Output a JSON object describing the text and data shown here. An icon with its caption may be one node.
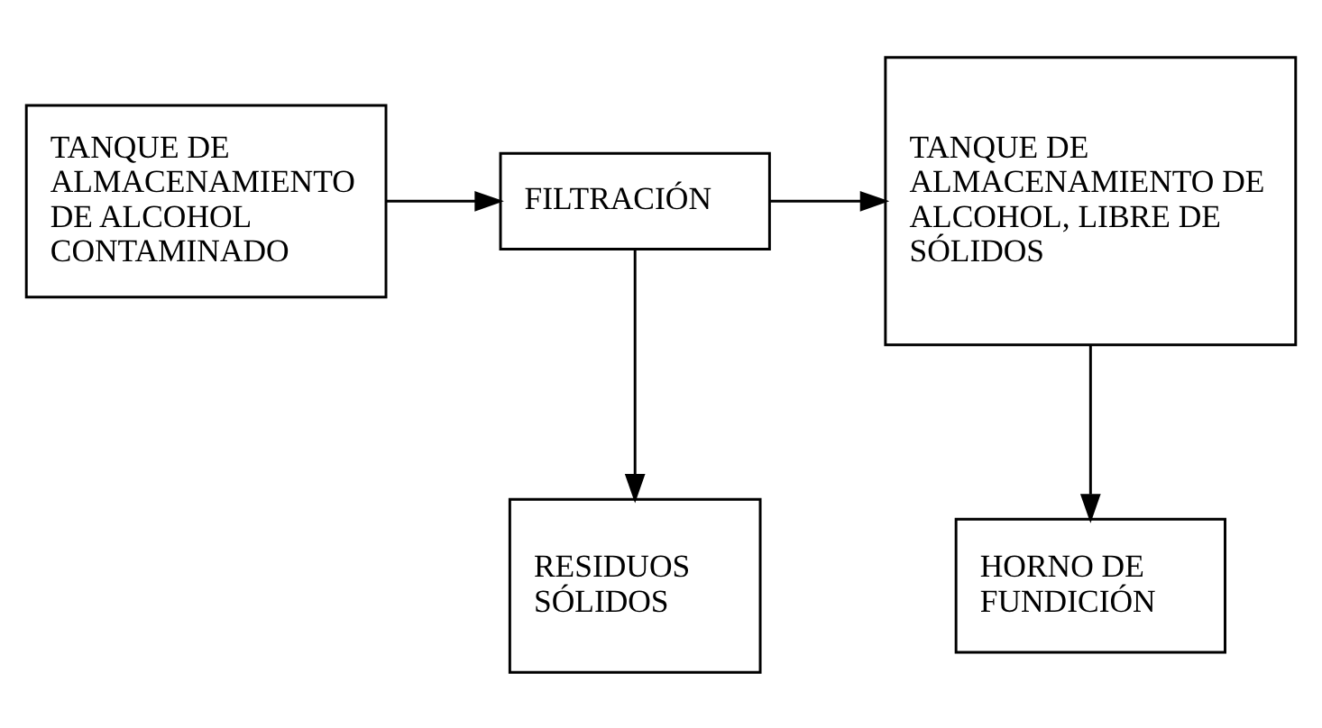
{
  "diagram": {
    "nodes": [
      {
        "text": [
          "TANQUE DE ALMACENAMIENTO DE ALCOHOL CONTAMINADO"
        ]
      },
      {
        "text": [
          "FILTRACIÓN"
        ]
      },
      {
        "text": [
          "TANQUE DE ALMACENAMIENTO DE ALCOHOL, LIBRE DE SÓLIDOS"
        ]
      },
      {
        "text": [
          "RESIDUOS SÓLIDOS"
        ]
      },
      {
        "text": [
          "HORNO DE FUNDICIÓN"
        ]
      }
    ],
    "edges": [
      {
        "from": 0,
        "to": 1,
        "arrow": "to"
      },
      {
        "from": 1,
        "to": 2,
        "arrow": "to"
      },
      {
        "from": 1,
        "to": 3,
        "arrow": "to"
      },
      {
        "from": 2,
        "to": 4,
        "arrow": "to"
      }
    ]
  }
}
